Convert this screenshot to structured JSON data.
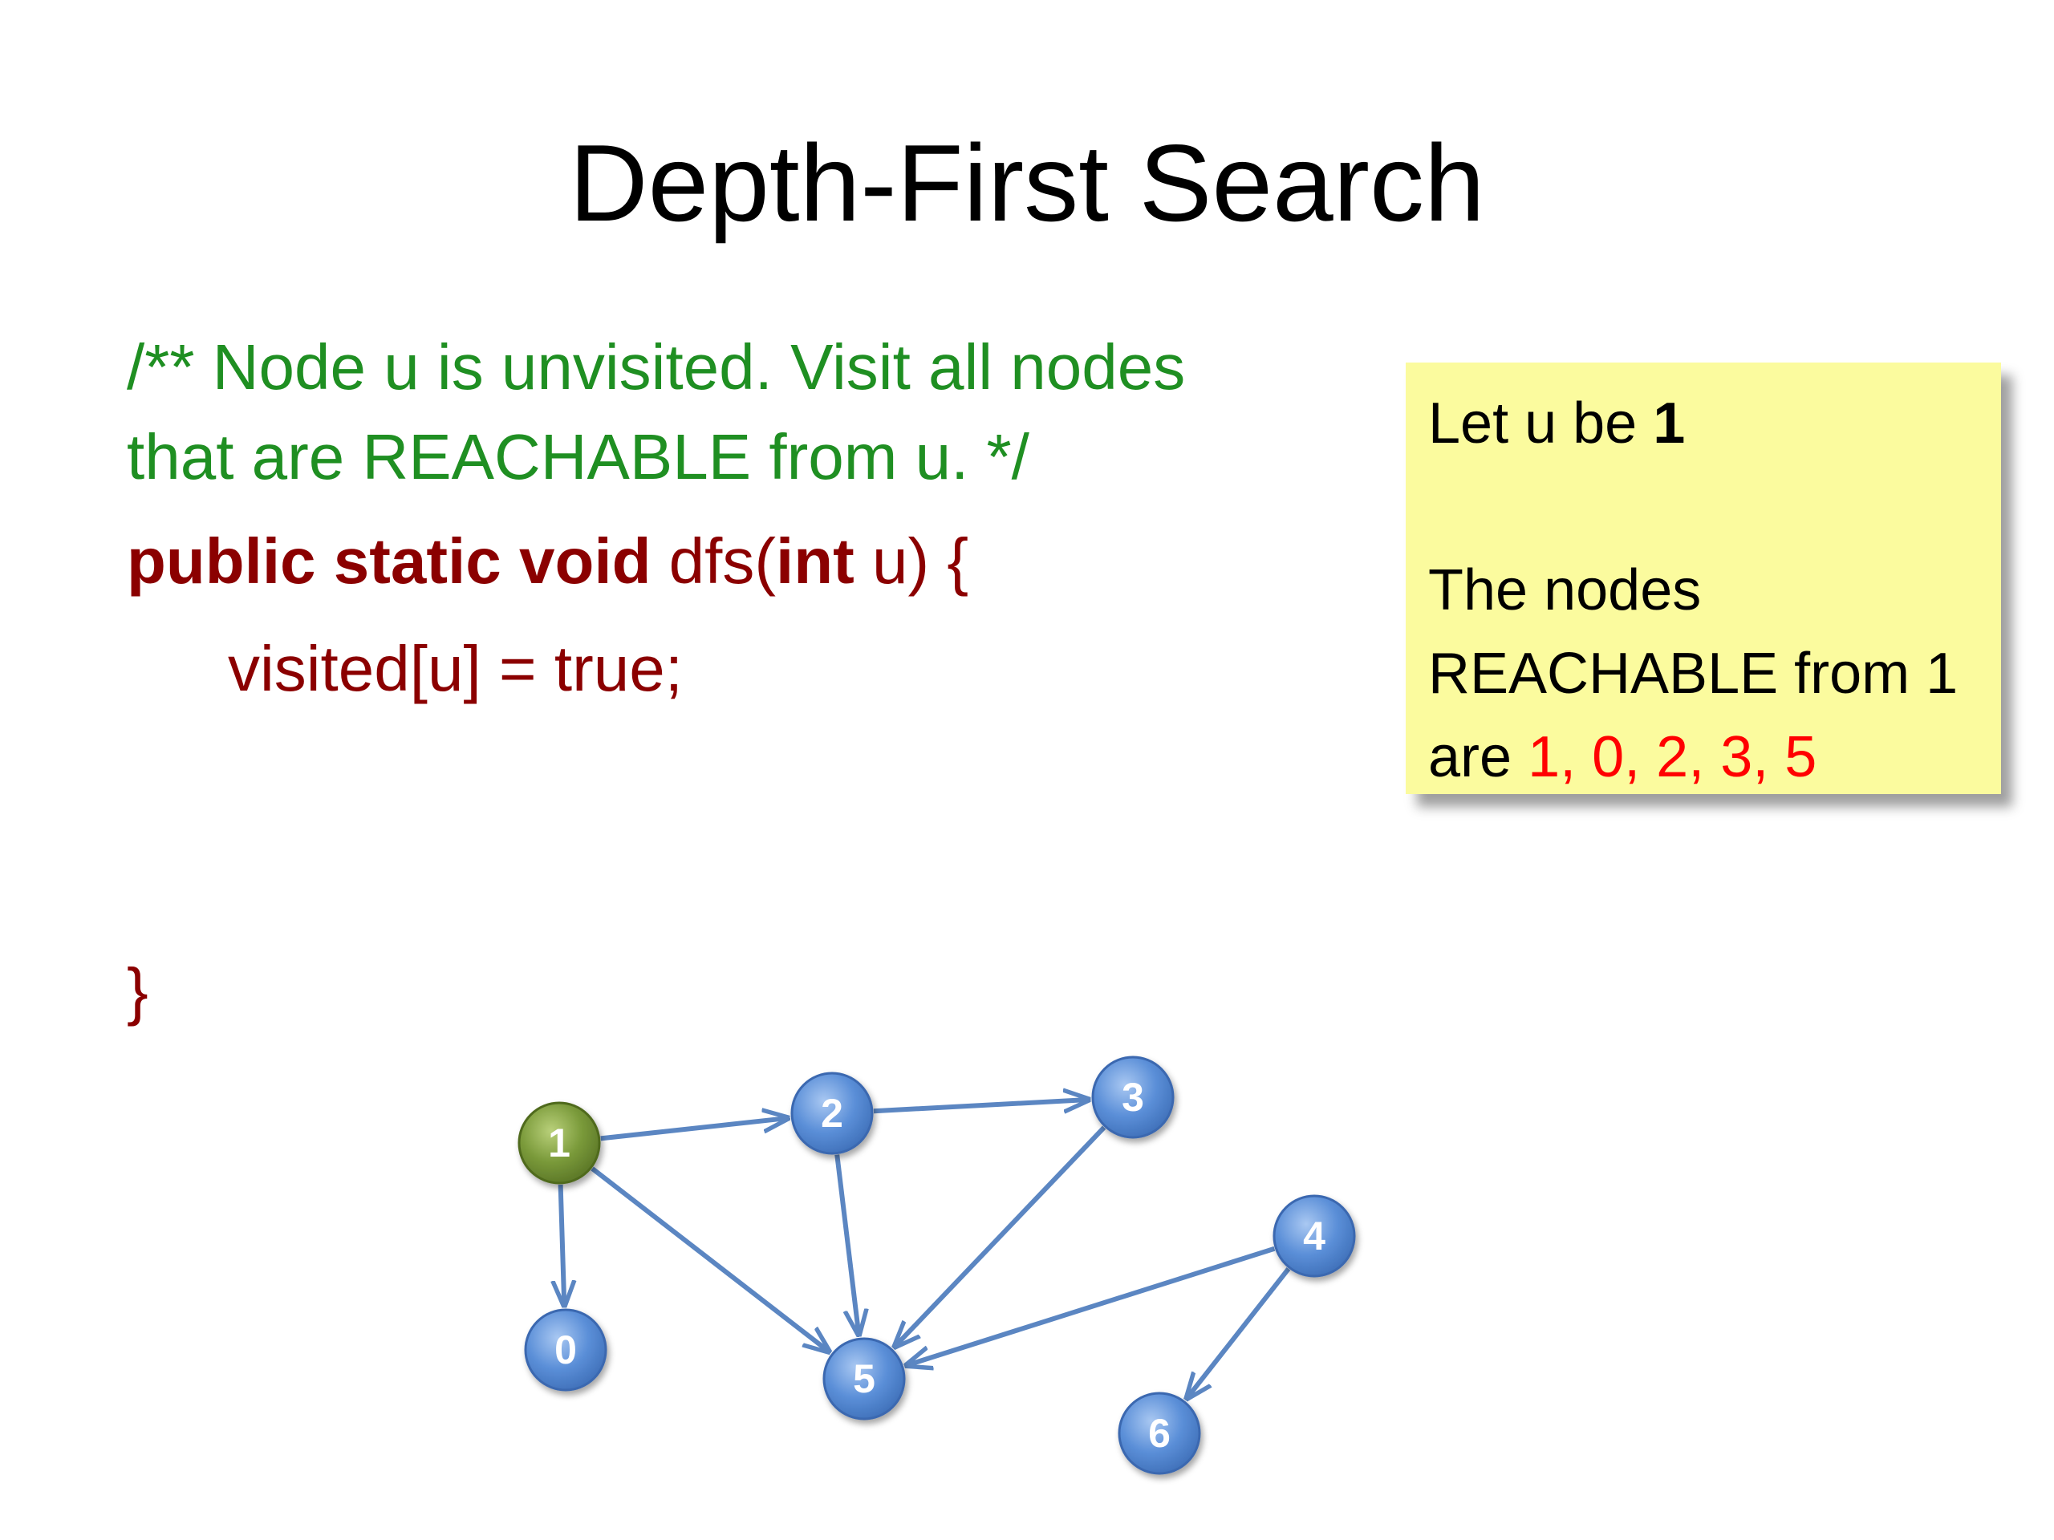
{
  "title": "Depth-First Search",
  "code": {
    "comment_line1": "/** Node u is unvisited. Visit all nodes",
    "comment_line2": "that are REACHABLE from u. */",
    "signature": {
      "kw1": "public static void",
      "mid1": " dfs(",
      "kw2": "int",
      "mid2": " u) {"
    },
    "body_line": "visited[u] = true;",
    "closing": "}"
  },
  "note": {
    "line1_prefix": "Let u be ",
    "line1_value": "1",
    "line3": "The nodes",
    "line4": "REACHABLE from 1",
    "line5_prefix": "are ",
    "line5_values": "1, 0, 2, 3, 5"
  },
  "graph": {
    "nodes": [
      {
        "id": "1",
        "label": "1",
        "color": "#7a9a3a"
      },
      {
        "id": "2",
        "label": "2",
        "color": "#5b8fd8"
      },
      {
        "id": "3",
        "label": "3",
        "color": "#5b8fd8"
      },
      {
        "id": "4",
        "label": "4",
        "color": "#5b8fd8"
      },
      {
        "id": "0",
        "label": "0",
        "color": "#5b8fd8"
      },
      {
        "id": "5",
        "label": "5",
        "color": "#5b8fd8"
      },
      {
        "id": "6",
        "label": "6",
        "color": "#5b8fd8"
      }
    ],
    "edges": [
      {
        "from": "1",
        "to": "2"
      },
      {
        "from": "2",
        "to": "3"
      },
      {
        "from": "1",
        "to": "0"
      },
      {
        "from": "1",
        "to": "5"
      },
      {
        "from": "2",
        "to": "5"
      },
      {
        "from": "3",
        "to": "5"
      },
      {
        "from": "4",
        "to": "5"
      },
      {
        "from": "4",
        "to": "6"
      }
    ],
    "edge_color": "#5b86c2"
  }
}
